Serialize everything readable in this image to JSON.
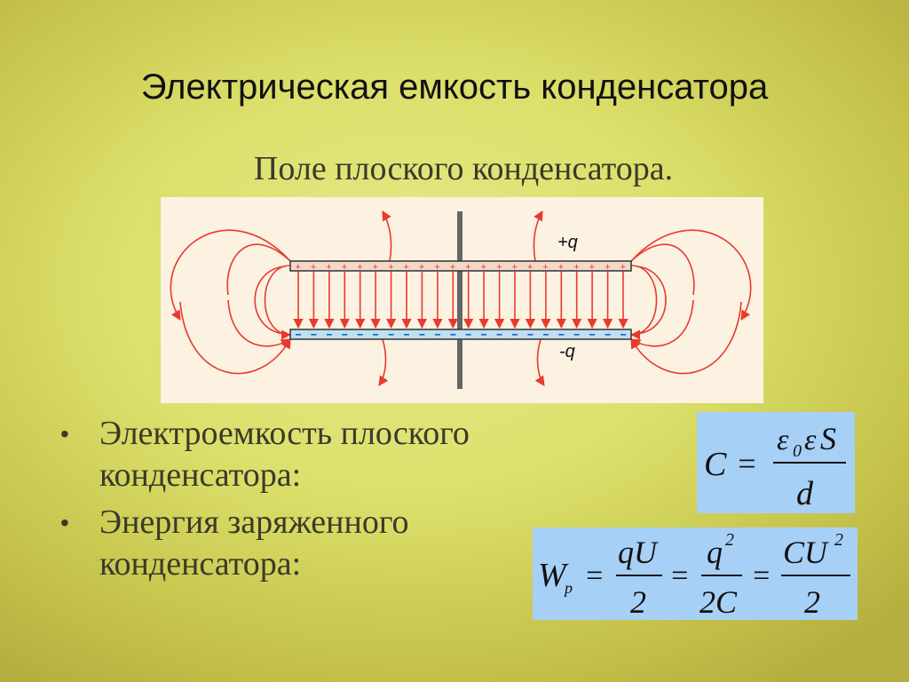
{
  "slide": {
    "title": "Электрическая емкость конденсатора",
    "subtitle": "Поле плоского конденсатора."
  },
  "diagram": {
    "plus_label": "+q",
    "minus_label": "-q",
    "colors": {
      "field_lines": "#e83a2e",
      "plate_top": "#f2d9c8",
      "plate_bottom": "#bfe0f0",
      "plate_outline": "#333333",
      "rod": "#666666",
      "minus_sign": "#1a5fc8"
    }
  },
  "bullets": [
    {
      "text": "Электроемкость плоского конденсатора:"
    },
    {
      "text": "Энергия заряженного конденсатора:"
    }
  ],
  "formula_capacitance": {
    "lhs": "C",
    "eq": "=",
    "num_eps": "ε",
    "num_sub": "0",
    "num_eps2": "ε",
    "num_s": "S",
    "den": "d"
  },
  "formula_energy": {
    "w": "W",
    "w_sub": "p",
    "eq": "=",
    "f1_num": "qU",
    "f1_den": "2",
    "f2_num": "q",
    "f2_exp": "2",
    "f2_den": "2C",
    "f3_num": "CU",
    "f3_exp": "2",
    "f3_den": "2"
  },
  "colors": {
    "formula_bg": "#a7d0f7",
    "diagram_bg": "#fbf2e2"
  }
}
